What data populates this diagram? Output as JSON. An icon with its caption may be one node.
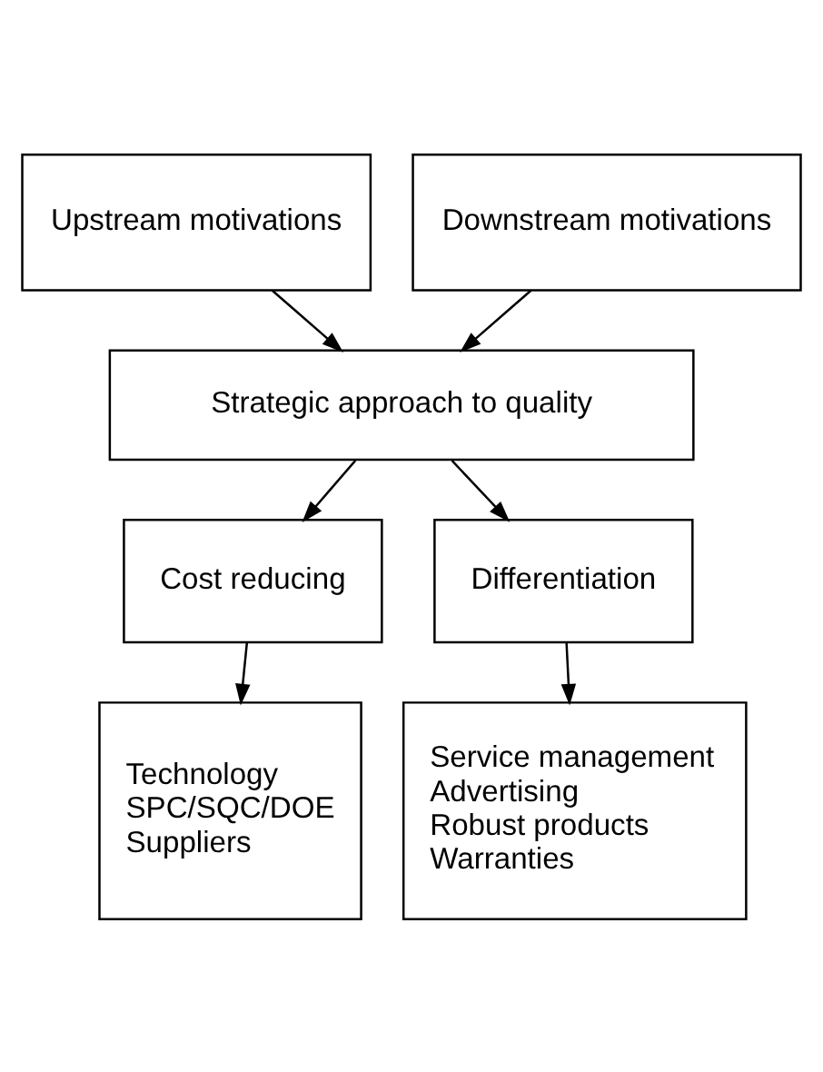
{
  "diagram": {
    "nodes": [
      {
        "text": [
          "Upstream motivations"
        ]
      },
      {
        "text": [
          "Downstream motivations"
        ]
      },
      {
        "text": [
          "Strategic approach to quality"
        ]
      },
      {
        "text": [
          "Cost reducing"
        ]
      },
      {
        "text": [
          "Differentiation"
        ]
      },
      {
        "text": [
          "Technology",
          "SPC/SQC/DOE",
          "Suppliers"
        ]
      },
      {
        "text": [
          "Service management",
          "Advertising",
          "Robust products",
          "Warranties"
        ]
      }
    ],
    "edges": [
      {
        "from": 0,
        "to": 2,
        "arrow": "to"
      },
      {
        "from": 1,
        "to": 2,
        "arrow": "to"
      },
      {
        "from": 2,
        "to": 3,
        "arrow": "to"
      },
      {
        "from": 2,
        "to": 4,
        "arrow": "to"
      },
      {
        "from": 3,
        "to": 5,
        "arrow": "to"
      },
      {
        "from": 4,
        "to": 6,
        "arrow": "to"
      }
    ]
  }
}
